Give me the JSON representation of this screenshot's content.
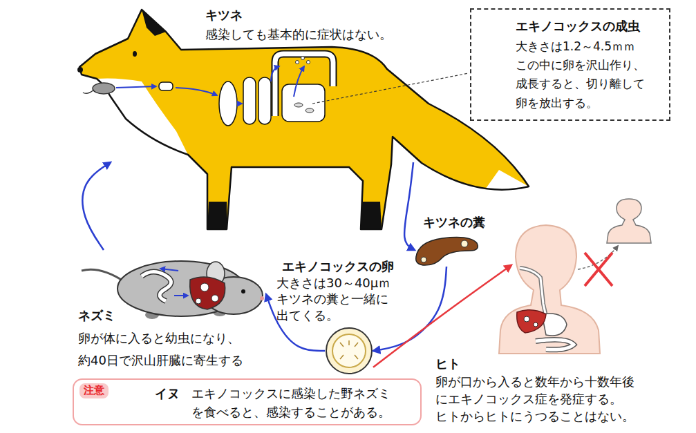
{
  "diagram": {
    "nodes": [
      {
        "text": [
          "キツネ",
          "感染しても基本的に症状はない。"
        ]
      },
      {
        "text": [
          "エキノコックスの成虫",
          "大きさは1.2～4.5ｍｍ この中に卵を沢山作り、 成長すると、切り離して 卵を放出する。"
        ]
      },
      {
        "text": [
          "キツネの糞"
        ]
      },
      {
        "text": [
          "エキノコックスの卵",
          "大きさは30～40μｍ キツネの糞と一緒に 出てくる。"
        ]
      },
      {
        "text": [
          "ネズミ",
          "卵が体に入ると幼虫になり、 約40日で沢山肝臓に寄生する"
        ]
      },
      {
        "text": [
          "ヒト",
          "卵が口から入ると数年から十数年後 にエキノコックス症を発症する。 ヒトからヒトにうつることはない。"
        ]
      },
      {
        "text": [
          "注意",
          "イヌ",
          "エキノコックスに感染した野ネズミ を食べると、感染することがある。"
        ]
      }
    ],
    "edges": [
      {
        "from": 0,
        "to": 2,
        "arrow": "to"
      },
      {
        "from": 2,
        "to": 3,
        "arrow": "to"
      },
      {
        "from": 3,
        "to": 4,
        "arrow": "to"
      },
      {
        "from": 4,
        "to": 0,
        "arrow": "to"
      },
      {
        "from": 3,
        "to": 5,
        "arrow": "to"
      }
    ]
  }
}
